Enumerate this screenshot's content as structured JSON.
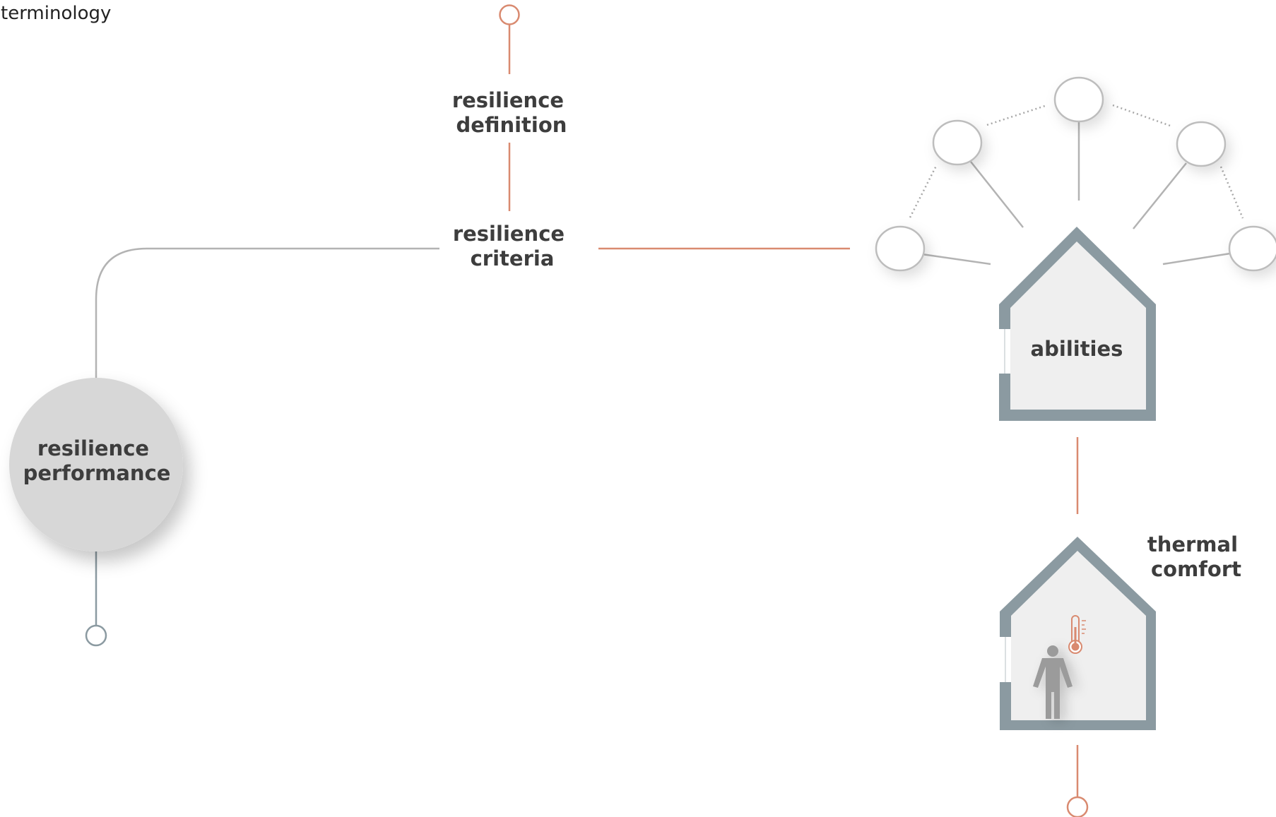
{
  "page": {
    "title": "terminology"
  },
  "colors": {
    "accent": "#d98a70",
    "neutral_line": "#b3b3b3",
    "house_wall": "#8b9aa1",
    "house_fill": "#efefef",
    "circle_fill": "#d7d7d7",
    "label_text": "#3d3d3d",
    "end_node_dark": "#8b9aa1"
  },
  "nodes": {
    "resilience_definition": {
      "line1": "resilience",
      "line2": "definition"
    },
    "resilience_criteria": {
      "line1": "resilience",
      "line2": "criteria"
    },
    "resilience_performance": {
      "line1": "resilience",
      "line2": "performance"
    },
    "abilities": {
      "label": "abilities"
    },
    "thermal_comfort": {
      "line1": "thermal",
      "line2": "comfort"
    }
  },
  "icons": {
    "thermometer": "thermometer-icon",
    "person": "person-icon",
    "house": "house-icon"
  }
}
